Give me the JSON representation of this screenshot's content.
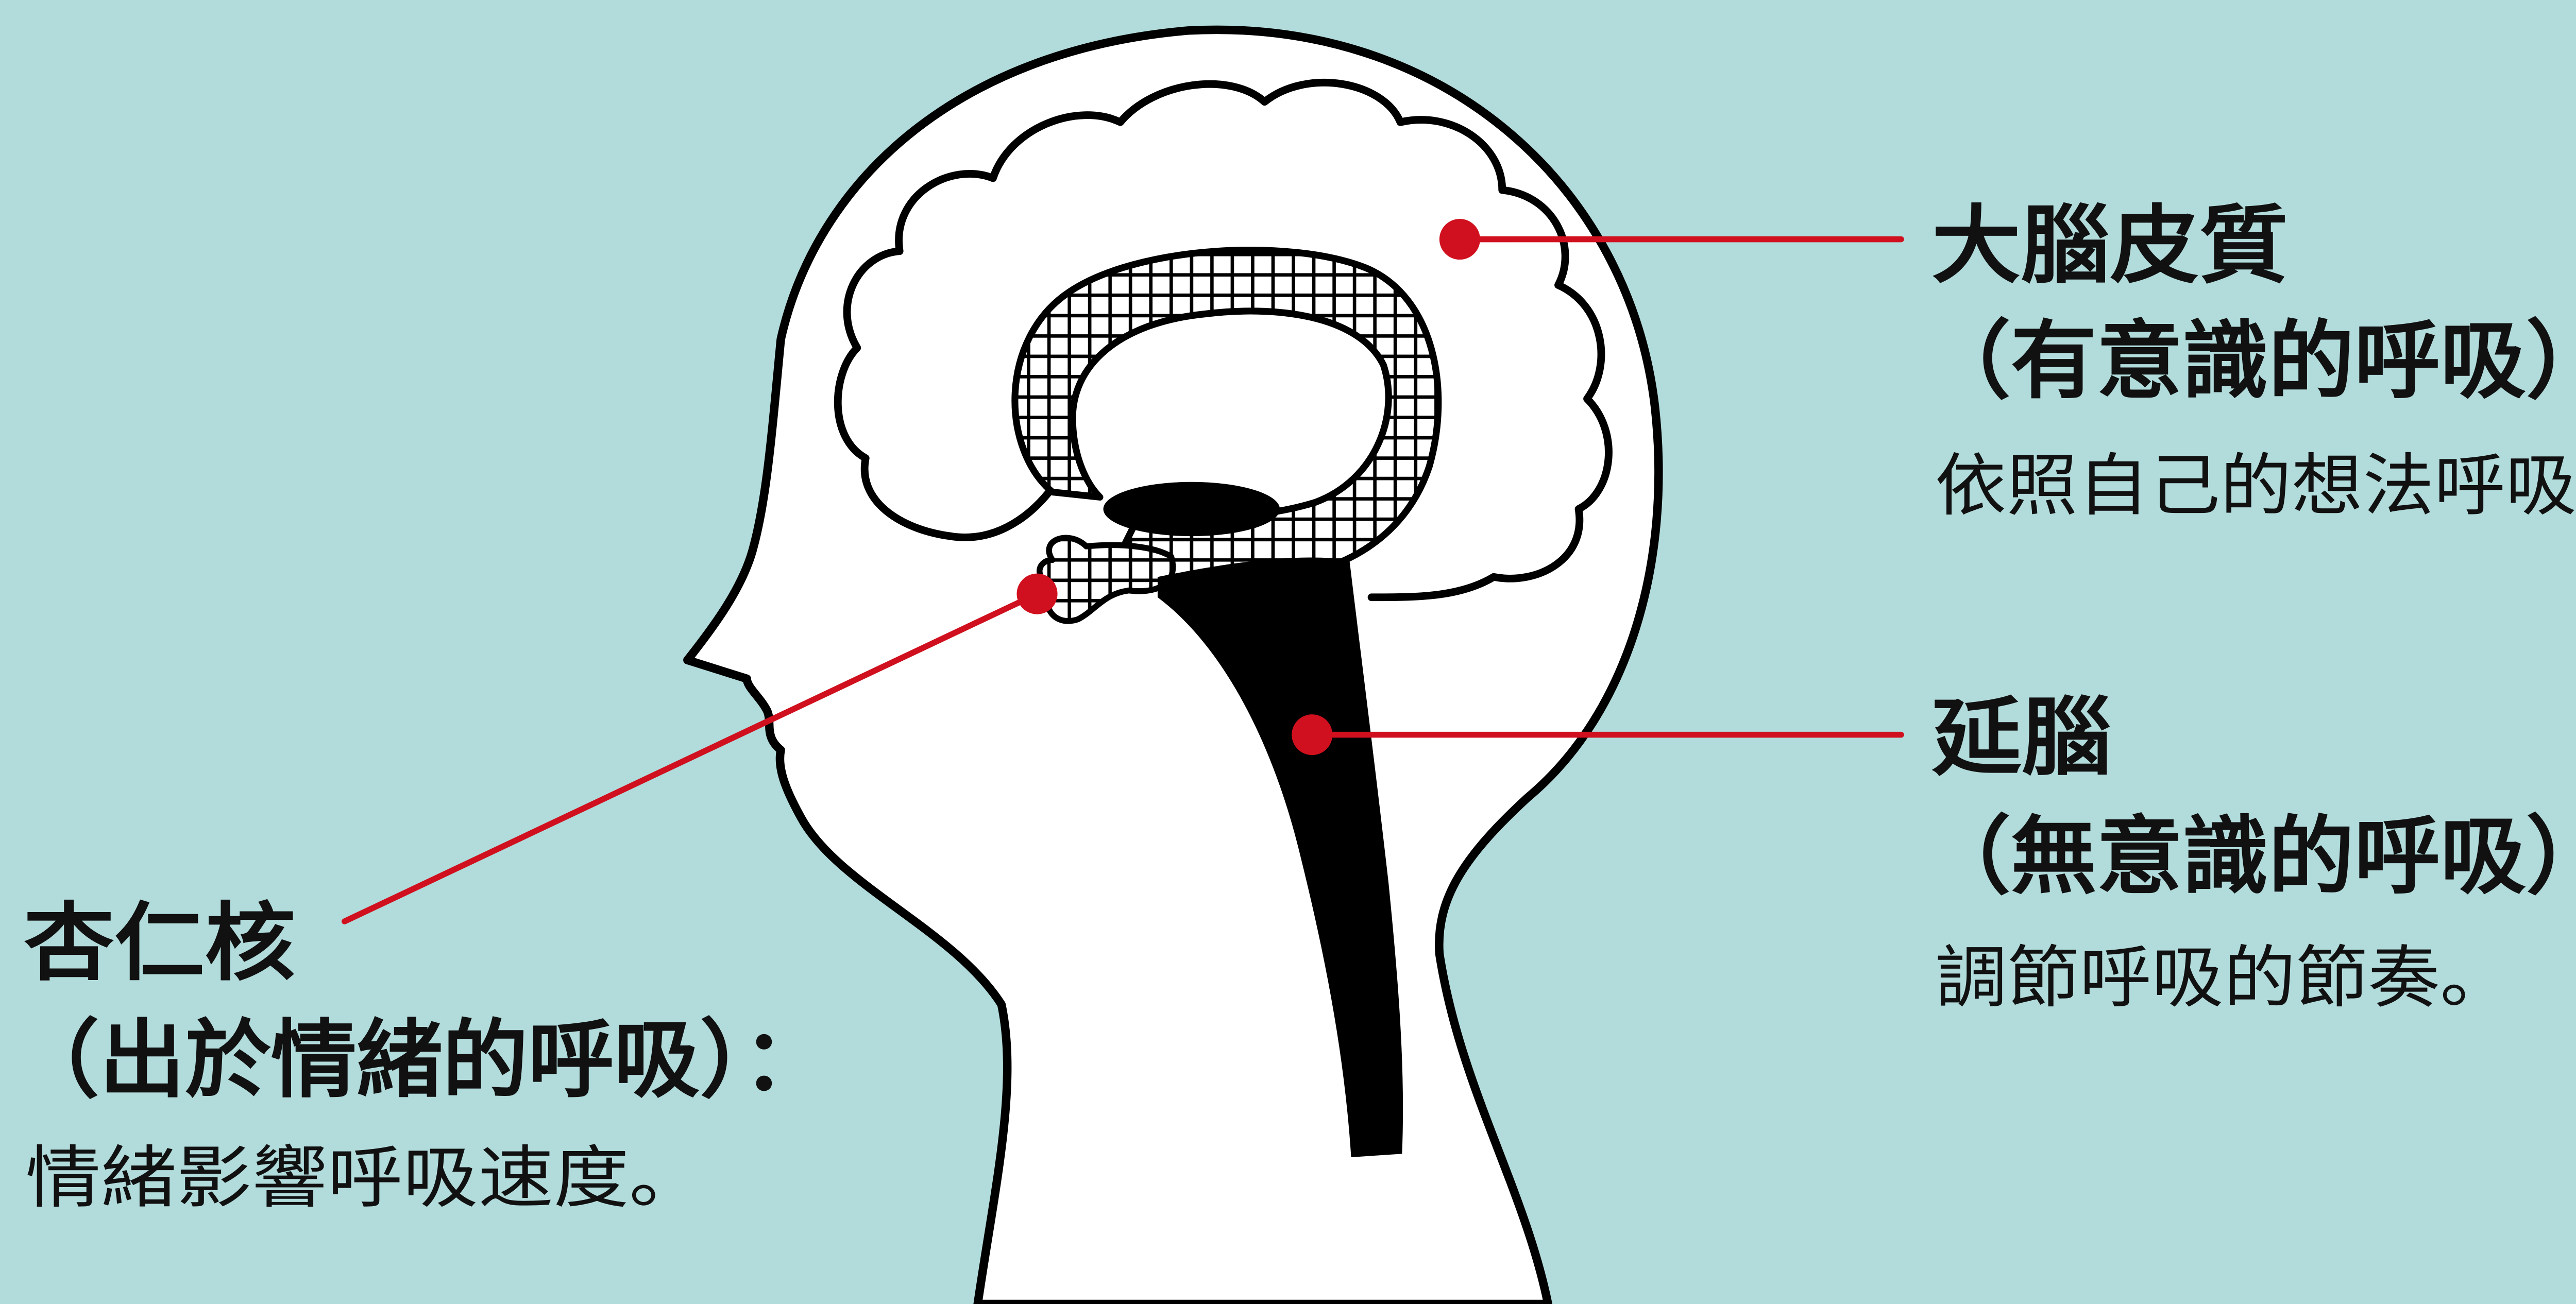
{
  "colors": {
    "background": "#b2dbdb",
    "head_fill": "#ffffff",
    "outline": "#000000",
    "marker": "#d0101e"
  },
  "labels": {
    "cortex": {
      "title": "大腦皮質",
      "subtitle": "（有意識的呼吸）：",
      "description": "依照自己的想法呼吸。"
    },
    "medulla": {
      "title": "延腦",
      "subtitle": "（無意識的呼吸）：",
      "description": "調節呼吸的節奏。"
    },
    "amygdala": {
      "title": "杏仁核",
      "subtitle": "（出於情緒的呼吸）：",
      "description": "情緒影響呼吸速度。"
    }
  }
}
